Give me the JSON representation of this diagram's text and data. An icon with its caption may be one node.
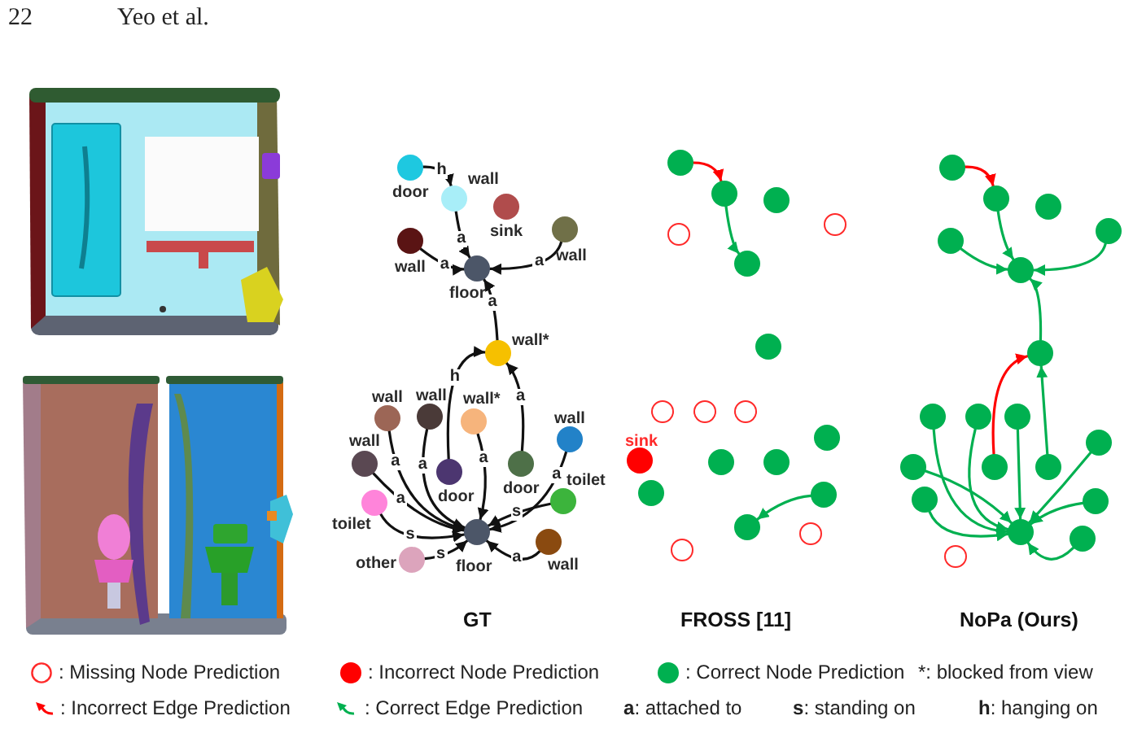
{
  "diagram": {
    "nodes": [
      {
        "text": [
          "door"
        ]
      },
      {
        "text": [
          "wall"
        ]
      },
      {
        "text": [
          "sink"
        ]
      },
      {
        "text": [
          "wall"
        ]
      },
      {
        "text": [
          "wall"
        ]
      },
      {
        "text": [
          "floor"
        ]
      },
      {
        "text": [
          "wall*"
        ]
      },
      {
        "text": [
          "wall"
        ]
      },
      {
        "text": [
          "wall"
        ]
      },
      {
        "text": [
          "wall*"
        ]
      },
      {
        "text": [
          "wall"
        ]
      },
      {
        "text": [
          "wall"
        ]
      },
      {
        "text": [
          "door"
        ]
      },
      {
        "text": [
          "door"
        ]
      },
      {
        "text": [
          "toilet"
        ]
      },
      {
        "text": [
          "toilet"
        ]
      },
      {
        "text": [
          "floor"
        ]
      },
      {
        "text": [
          "other"
        ]
      },
      {
        "text": [
          "wall"
        ]
      },
      {
        "text": [],
        "shape": "circle"
      },
      {
        "text": [],
        "shape": "circle"
      },
      {
        "text": [],
        "shape": "circle"
      },
      {
        "text": [],
        "shape": "circle"
      },
      {
        "text": [],
        "shape": "circle"
      },
      {
        "text": [],
        "shape": "circle"
      },
      {
        "text": [],
        "shape": "circle"
      },
      {
        "text": [],
        "shape": "circle"
      },
      {
        "text": [],
        "shape": "circle"
      },
      {
        "text": [],
        "shape": "circle"
      },
      {
        "text": [],
        "shape": "circle"
      },
      {
        "text": [
          "sink"
        ]
      },
      {
        "text": [],
        "shape": "circle"
      },
      {
        "text": [],
        "shape": "circle"
      },
      {
        "text": [],
        "shape": "circle"
      },
      {
        "text": [],
        "shape": "circle"
      },
      {
        "text": [],
        "shape": "circle"
      },
      {
        "text": [],
        "shape": "circle"
      },
      {
        "text": [],
        "shape": "circle"
      },
      {
        "text": [],
        "shape": "circle"
      },
      {
        "text": [],
        "shape": "circle"
      },
      {
        "text": [],
        "shape": "circle"
      },
      {
        "text": [],
        "shape": "circle"
      },
      {
        "text": [],
        "shape": "circle"
      },
      {
        "text": [],
        "shape": "circle"
      },
      {
        "text": [],
        "shape": "circle"
      },
      {
        "text": [],
        "shape": "circle"
      },
      {
        "text": [],
        "shape": "circle"
      },
      {
        "text": [],
        "shape": "circle"
      },
      {
        "text": [],
        "shape": "circle"
      },
      {
        "text": [],
        "shape": "circle"
      },
      {
        "text": [],
        "shape": "circle"
      },
      {
        "text": [],
        "shape": "circle"
      },
      {
        "text": [],
        "shape": "circle"
      },
      {
        "text": [],
        "shape": "circle"
      },
      {
        "text": [],
        "shape": "circle"
      },
      {
        "text": [],
        "shape": "circle"
      },
      {
        "text": [],
        "shape": "circle"
      }
    ],
    "edges": [
      {
        "from": 0,
        "to": 1,
        "arrow": "to",
        "label": "h"
      },
      {
        "from": 1,
        "to": 5,
        "arrow": "to",
        "label": "a"
      },
      {
        "from": 3,
        "to": 5,
        "arrow": "to",
        "label": "a"
      },
      {
        "from": 4,
        "to": 5,
        "arrow": "to",
        "label": "a"
      },
      {
        "from": 6,
        "to": 5,
        "arrow": "to",
        "label": "a"
      },
      {
        "from": 12,
        "to": 6,
        "arrow": "to",
        "label": "h"
      },
      {
        "from": 13,
        "to": 6,
        "arrow": "to",
        "label": "a"
      },
      {
        "from": 7,
        "to": 16,
        "arrow": "to",
        "label": "a"
      },
      {
        "from": 8,
        "to": 16,
        "arrow": "to",
        "label": "a"
      },
      {
        "from": 9,
        "to": 16,
        "arrow": "to",
        "label": "a"
      },
      {
        "from": 11,
        "to": 16,
        "arrow": "to",
        "label": "a"
      },
      {
        "from": 10,
        "to": 16,
        "arrow": "to",
        "label": "a"
      },
      {
        "from": 14,
        "to": 16,
        "arrow": "to",
        "label": "s"
      },
      {
        "from": 15,
        "to": 16,
        "arrow": "to",
        "label": "s"
      },
      {
        "from": 17,
        "to": 16,
        "arrow": "to",
        "label": "s"
      },
      {
        "from": 18,
        "to": 16,
        "arrow": "to",
        "label": "a"
      },
      {
        "from": 19,
        "to": 20,
        "arrow": "to",
        "color": "#ff0000"
      },
      {
        "from": 20,
        "to": 24,
        "arrow": "to",
        "color": "#00b050"
      },
      {
        "from": 34,
        "to": 35,
        "arrow": "to",
        "color": "#00b050"
      },
      {
        "from": 38,
        "to": 39,
        "arrow": "to",
        "color": "#ff0000"
      },
      {
        "from": 39,
        "to": 43,
        "arrow": "to",
        "color": "#00b050"
      },
      {
        "from": 41,
        "to": 43,
        "arrow": "to",
        "color": "#00b050"
      },
      {
        "from": 42,
        "to": 43,
        "arrow": "to",
        "color": "#00b050"
      },
      {
        "from": 44,
        "to": 43,
        "arrow": "to",
        "color": "#00b050"
      },
      {
        "from": 50,
        "to": 44,
        "arrow": "to",
        "color": "#ff0000"
      },
      {
        "from": 51,
        "to": 44,
        "arrow": "to",
        "color": "#00b050"
      },
      {
        "from": 45,
        "to": 54,
        "arrow": "to",
        "color": "#00b050"
      },
      {
        "from": 46,
        "to": 54,
        "arrow": "to",
        "color": "#00b050"
      },
      {
        "from": 47,
        "to": 54,
        "arrow": "to",
        "color": "#00b050"
      },
      {
        "from": 49,
        "to": 54,
        "arrow": "to",
        "color": "#00b050"
      },
      {
        "from": 48,
        "to": 54,
        "arrow": "to",
        "color": "#00b050"
      },
      {
        "from": 52,
        "to": 54,
        "arrow": "to",
        "color": "#00b050"
      },
      {
        "from": 53,
        "to": 54,
        "arrow": "to",
        "color": "#00b050"
      },
      {
        "from": 56,
        "to": 54,
        "arrow": "to",
        "color": "#00b050"
      }
    ],
    "labels": [
      "22",
      "Yeo et al.",
      "GT",
      "FROSS [11]",
      "NoPa (Ours)"
    ],
    "legend": [
      {
        "text": ": Missing Node Prediction"
      },
      {
        "text": ": Incorrect Node Prediction",
        "color": "#ff0000"
      },
      {
        "text": ": Correct Node Prediction",
        "color": "#00b050"
      },
      {
        "text": "*: blocked from view"
      },
      {
        "text": ": Incorrect Edge Prediction"
      },
      {
        "text": ": Correct Edge Prediction"
      },
      {
        "text": "**a**: attached to"
      },
      {
        "text": "**s**: standing on"
      },
      {
        "text": "**h**: hanging on"
      }
    ]
  }
}
